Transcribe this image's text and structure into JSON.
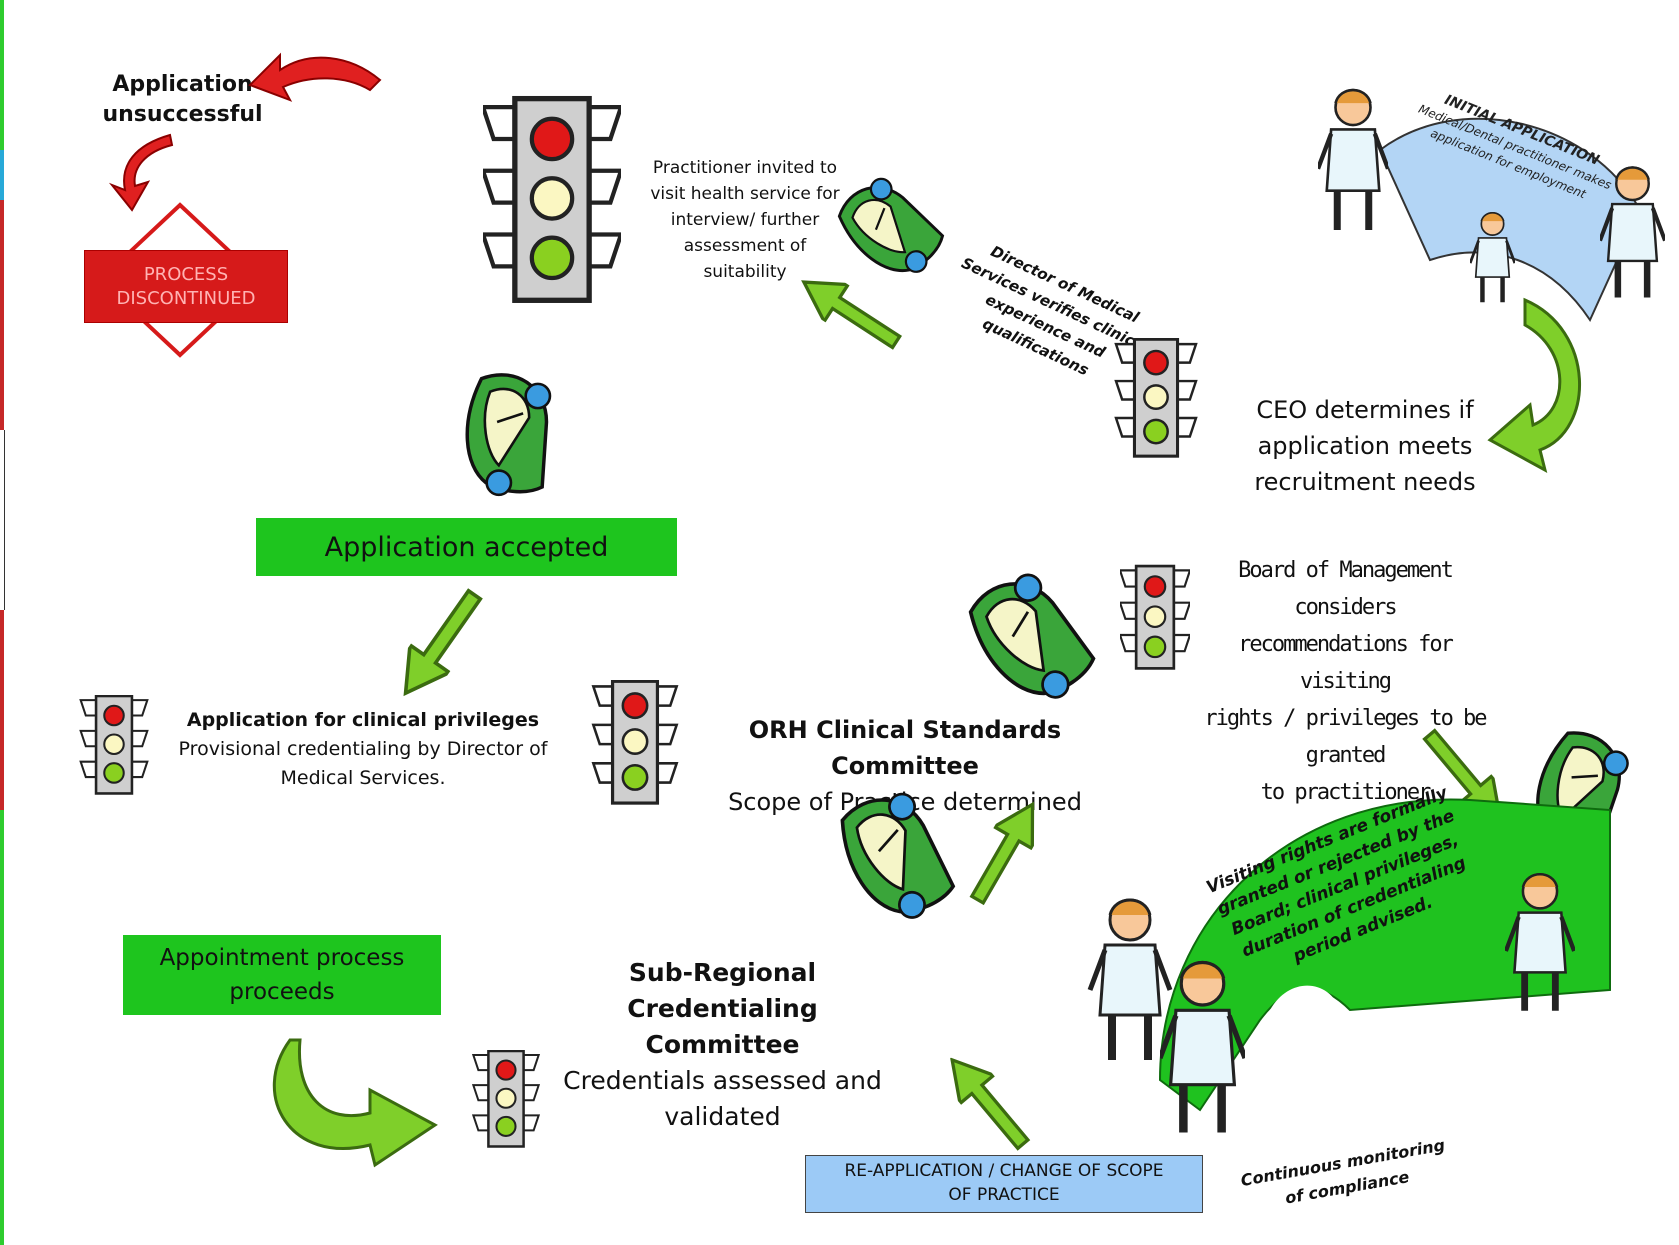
{
  "colors": {
    "green_box": "#1ec51e",
    "red_box": "#d61a1a",
    "blue_box": "#9ccaf6",
    "arrow_green": "#7fcf2a",
    "arrow_red": "#e02020",
    "car_green": "#3aa53a",
    "car_window": "#f5f5c8",
    "wheel": "#3a9be0"
  },
  "nodes": {
    "unsuccessful": "Application unsuccessful",
    "discontinued_1": "PROCESS",
    "discontinued_2": "DISCONTINUED",
    "interview_1": "Practitioner invited to",
    "interview_2": "visit health service for",
    "interview_3": "interview/ further",
    "interview_4": "assessment of",
    "interview_5": "suitability",
    "director_verify_1": "Director of Medical",
    "director_verify_2": "Services verifies clinical",
    "director_verify_3": "experience and",
    "director_verify_4": "qualifications",
    "initial_app_title": "INITIAL APPLICATION",
    "initial_app_body_1": "Medical/Dental practitioner makes",
    "initial_app_body_2": "application for employment",
    "ceo_1": "CEO determines if",
    "ceo_2": "application meets",
    "ceo_3": "recruitment needs",
    "accepted": "Application accepted",
    "clinical_priv_title": "Application for clinical privileges",
    "clinical_priv_body_1": "Provisional credentialing by Director of",
    "clinical_priv_body_2": "Medical Services.",
    "orh_title": "ORH Clinical Standards Committee",
    "orh_body": "Scope of Practice determined",
    "board_1": "Board of Management considers",
    "board_2": "recommendations for visiting",
    "board_3": "rights / privileges to be granted",
    "board_4": "to practitioner",
    "visiting_1": "Visiting rights are formally",
    "visiting_2": "granted or rejected by the",
    "visiting_3": "Board; clinical privileges,",
    "visiting_4": "duration of credentialing",
    "visiting_5": "period advised.",
    "appointment_1": "Appointment process",
    "appointment_2": "proceeds",
    "subregional_1": "Sub-Regional Credentialing",
    "subregional_2": "Committee",
    "subregional_3": "Credentials assessed and",
    "subregional_4": "validated",
    "reapp_1": "RE-APPLICATION / CHANGE OF SCOPE",
    "reapp_2": "OF PRACTICE",
    "monitor_1": "Continuous monitoring",
    "monitor_2": "of compliance"
  }
}
